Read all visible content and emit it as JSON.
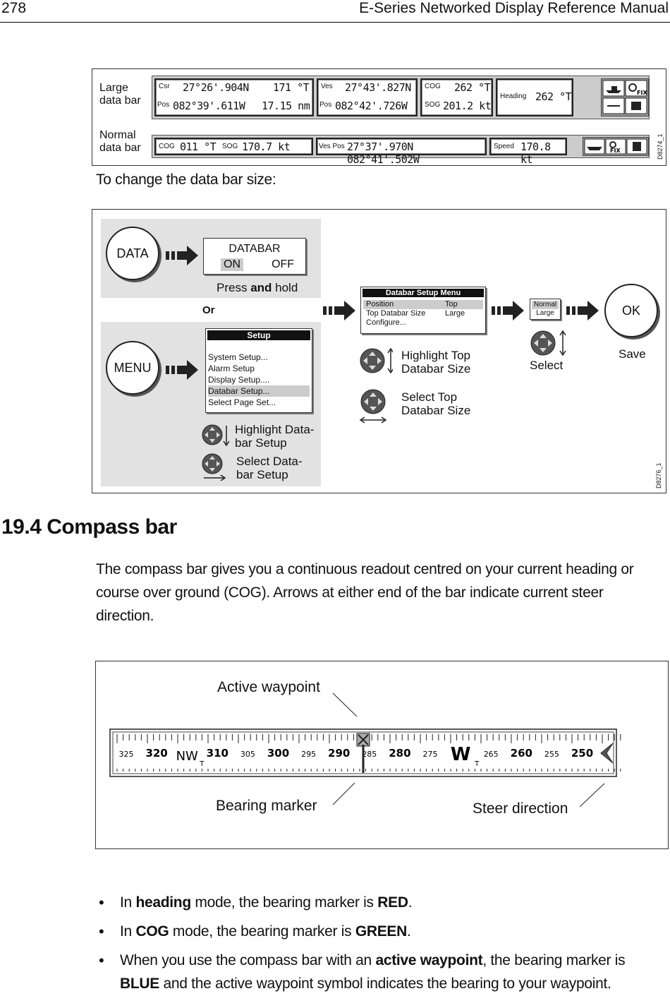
{
  "header": {
    "page_number": "278",
    "running_head": "E-Series Networked Display Reference Manual"
  },
  "figure_databar": {
    "large_label_1": "Large",
    "large_label_2": "data bar",
    "normal_label_1": "Normal",
    "normal_label_2": "data bar",
    "code": "D8274_1",
    "large": {
      "csr_label": "Csr",
      "csr_value": "27°26'.904N",
      "csr_bearing": "171 °T",
      "pos_label": "Pos",
      "pos_value": "082°39'.611W",
      "pos_dist": "17.15 nm",
      "ves_label": "Ves",
      "ves_value": "27°43'.827N",
      "vpos_label": "Pos",
      "vpos_value": "082°42'.726W",
      "cog_label": "COG",
      "cog_value": "262 °T",
      "sog_label": "SOG",
      "sog_value": "201.2 kt",
      "heading_label": "Heading",
      "heading_value": "262 °T",
      "fix": "FIX"
    },
    "normal": {
      "cog_label": "COG",
      "cog_value": "011 °T",
      "sog_label": "SOG",
      "sog_value": "170.7 kt",
      "vespos_label": "Ves Pos",
      "vespos_value": "27°37'.970N  082°41'.502W",
      "speed_label": "Speed",
      "speed_value": "170.8 kt",
      "fix": "FIX"
    }
  },
  "caption": "To change the data bar size:",
  "figure_procedure": {
    "code": "D8276_1",
    "data_key": "DATA",
    "menu_key": "MENU",
    "ok_key": "OK",
    "databar_title": "DATABAR",
    "databar_on": "ON",
    "databar_off": "OFF",
    "press_hold_pre": "Press ",
    "press_hold_and": "and",
    "press_hold_post": " hold",
    "or": "Or",
    "setup_title": "Setup",
    "setup_items": [
      "System Setup...",
      "Alarm Setup",
      "Display Setup....",
      "Databar Setup...",
      "Select Page Set..."
    ],
    "highlight_setup_1": "Highlight Data-",
    "highlight_setup_2": "bar Setup",
    "select_setup_1": "Select Data-",
    "select_setup_2": "bar Setup",
    "menu_title": "Databar Setup Menu",
    "menu_rows": [
      {
        "label": "Position",
        "value": "Top"
      },
      {
        "label": "Top Databar Size",
        "value": "Large"
      },
      {
        "label": "Configure...",
        "value": ""
      }
    ],
    "highlight_size_1": "Highlight Top",
    "highlight_size_2": "Databar Size",
    "select_size_1": "Select Top",
    "select_size_2": "Databar  Size",
    "option_normal": "Normal",
    "option_large": "Large",
    "select_label": "Select",
    "save_label": "Save"
  },
  "section": {
    "heading": "19.4 Compass bar",
    "paragraph": "The compass bar gives you a continuous readout centred on your current heading or course over ground (COG). Arrows at either end of the bar indicate current steer direction."
  },
  "figure_compass": {
    "active_waypoint": "Active waypoint",
    "bearing_marker": "Bearing marker",
    "steer_direction": "Steer direction",
    "ticks": [
      {
        "text": "325",
        "major": false
      },
      {
        "text": "320",
        "major": true
      },
      {
        "text": "NW",
        "major": true,
        "cardinal": true
      },
      {
        "text": "310",
        "major": true
      },
      {
        "text": "305",
        "major": false
      },
      {
        "text": "300",
        "major": true
      },
      {
        "text": "295",
        "major": false
      },
      {
        "text": "290",
        "major": true
      },
      {
        "text": "285",
        "major": false
      },
      {
        "text": "280",
        "major": true
      },
      {
        "text": "275",
        "major": false
      },
      {
        "text": "W",
        "major": true,
        "cardinal": true
      },
      {
        "text": "265",
        "major": false
      },
      {
        "text": "260",
        "major": true
      },
      {
        "text": "255",
        "major": false
      },
      {
        "text": "250",
        "major": true
      }
    ],
    "true_suffix": "T"
  },
  "bullets": [
    {
      "pre": "In ",
      "bold": "heading",
      "mid": " mode, the bearing marker is ",
      "bold2": "RED",
      "post": "."
    },
    {
      "pre": "In ",
      "bold": "COG",
      "mid": " mode, the bearing marker is ",
      "bold2": "GREEN",
      "post": "."
    },
    {
      "pre": "When you use the compass bar with an ",
      "bold": "active waypoint",
      "mid": ", the bearing marker is ",
      "bold2": "BLUE",
      "post": " and the active waypoint symbol indicates the bearing to your waypoint."
    }
  ]
}
